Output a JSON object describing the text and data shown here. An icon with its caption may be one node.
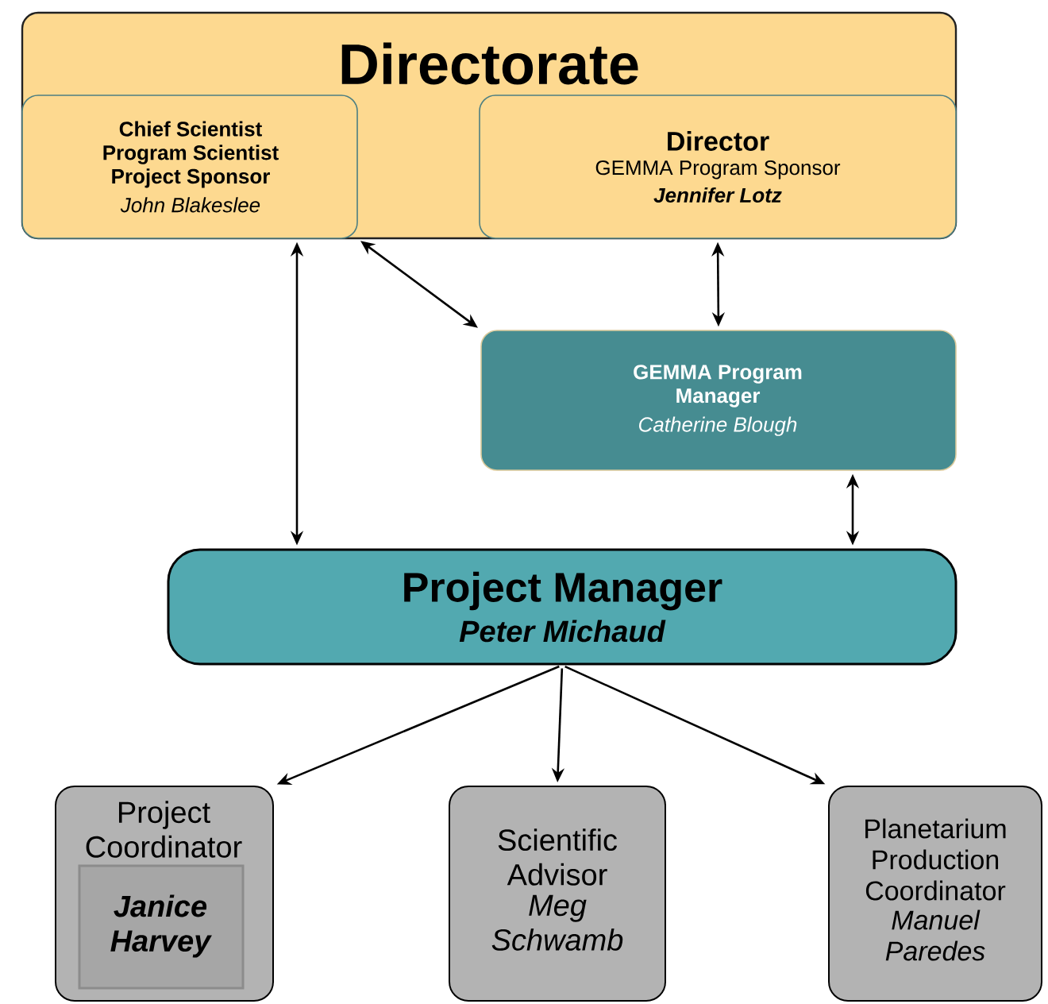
{
  "diagram": {
    "nodes": [
      {
        "text": [
          "Directorate"
        ]
      },
      {
        "text": [
          "Chief Scientist Program Scientist Project Sponsor",
          "John Blakeslee"
        ],
        "in": 0
      },
      {
        "text": [
          "Director",
          "GEMMA Program Sponsor",
          "Jennifer Lotz"
        ],
        "in": 0
      },
      {
        "text": [
          "GEMMA Program Manager",
          "Catherine Blough"
        ]
      },
      {
        "text": [
          "Project Manager",
          "Peter Michaud"
        ]
      },
      {
        "text": [
          "Project Coordinator"
        ]
      },
      {
        "text": [
          "Janice Harvey"
        ],
        "in": 5
      },
      {
        "text": [
          "Scientific Advisor",
          "Meg Schwamb"
        ]
      },
      {
        "text": [
          "Planetarium Production Coordinator",
          "Manuel Paredes"
        ]
      }
    ],
    "edges": [
      {
        "from": 1,
        "to": 4,
        "arrow": "both"
      },
      {
        "from": 1,
        "to": 3,
        "arrow": "both"
      },
      {
        "from": 2,
        "to": 3,
        "arrow": "both"
      },
      {
        "from": 3,
        "to": 4,
        "arrow": "both"
      },
      {
        "from": 4,
        "to": 5,
        "arrow": "to"
      },
      {
        "from": 4,
        "to": 7,
        "arrow": "to"
      },
      {
        "from": 4,
        "to": 8,
        "arrow": "to"
      }
    ]
  }
}
